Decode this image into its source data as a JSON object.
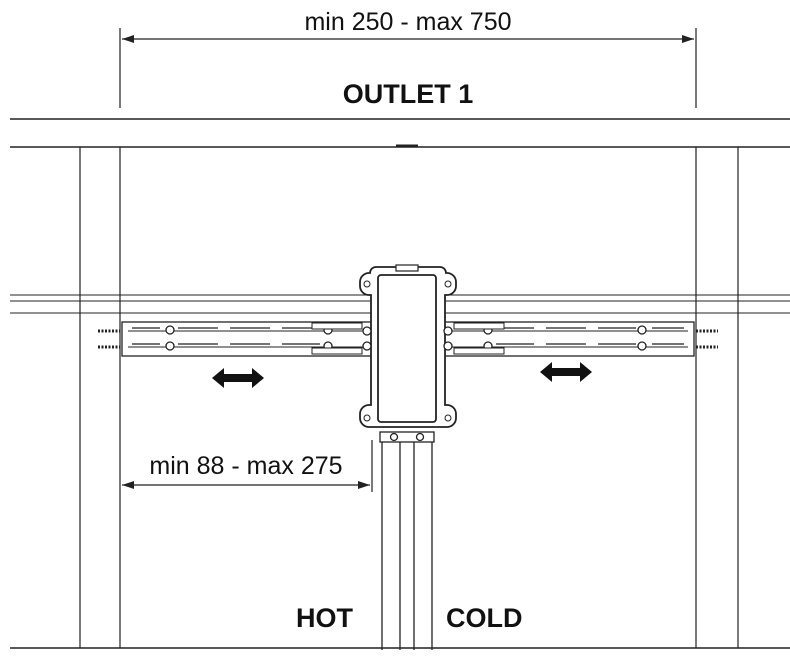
{
  "dimensions": {
    "overall_width": "min 250 - max 750",
    "bracket_offset": "min 88 - max 275"
  },
  "title": "OUTLET 1",
  "pipes": {
    "hot": "HOT",
    "cold": "COLD"
  }
}
